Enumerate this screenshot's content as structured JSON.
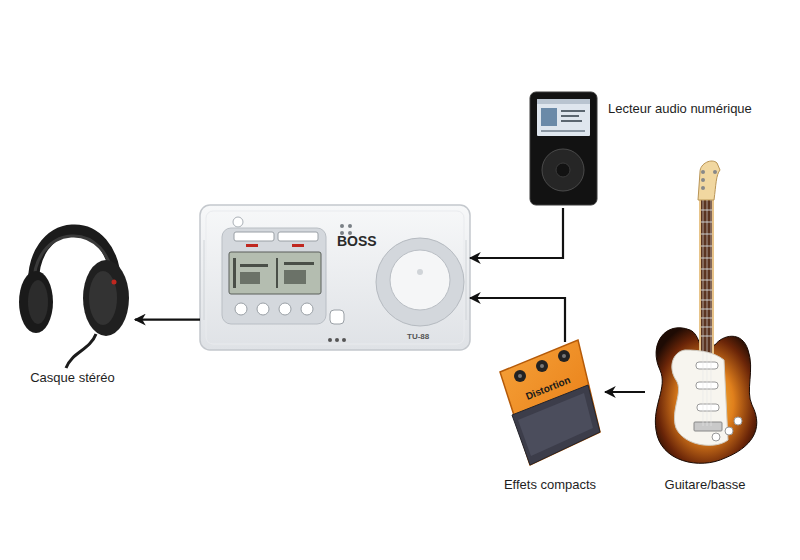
{
  "diagram": {
    "nodes": [
      {
        "text": [
          "Casque stéréo"
        ]
      },
      {
        "text": [
          "BOSS",
          "TU-88"
        ]
      },
      {
        "text": [
          "Lecteur audio numérique"
        ]
      },
      {
        "text": [
          "Effets compacts"
        ]
      },
      {
        "text": [
          "Guitare/basse"
        ]
      }
    ],
    "edges": [
      {
        "from": 1,
        "to": 0,
        "arrow": "to"
      },
      {
        "from": 2,
        "to": 1,
        "arrow": "to"
      },
      {
        "from": 3,
        "to": 1,
        "arrow": "to"
      },
      {
        "from": 4,
        "to": 3,
        "arrow": "to"
      }
    ],
    "labels": [
      "Distortion"
    ]
  }
}
